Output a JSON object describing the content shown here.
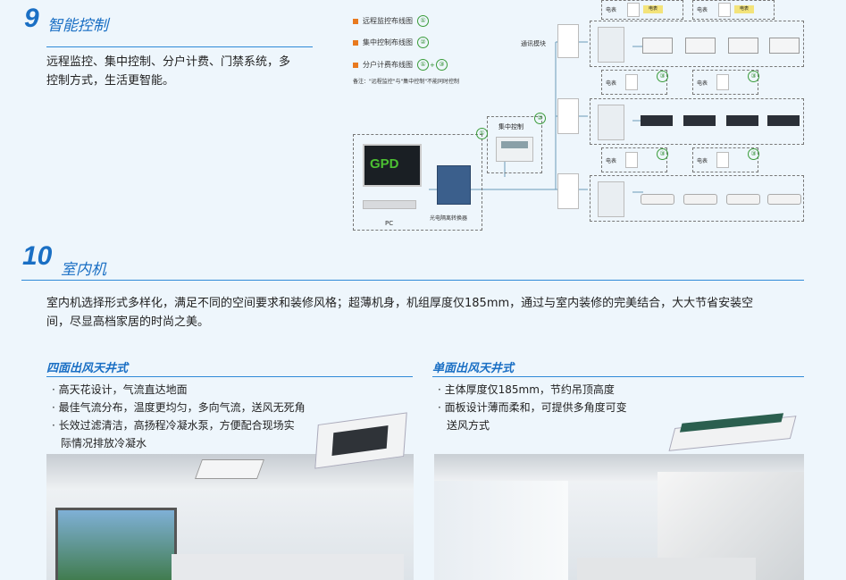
{
  "section9": {
    "number": "9",
    "title": "智能控制",
    "desc_line1": "远程监控、集中控制、分户计费、门禁系统，多",
    "desc_line2": "控制方式，生活更智能。"
  },
  "diagram": {
    "legend": [
      {
        "label": "远程监控布线图",
        "marks": [
          "①"
        ]
      },
      {
        "label": "集中控制布线图",
        "marks": [
          "②"
        ]
      },
      {
        "label": "分户计费布线图",
        "marks": [
          "①",
          "+",
          "③"
        ]
      }
    ],
    "note": "备注：\"远程监控\"与\"集中控制\"不能同时控制",
    "comm_module": "通讯模块",
    "central_control": "集中控制",
    "pc_label": "PC",
    "pc_screen": "GPD",
    "converter": "光电隔离转换器",
    "meter_label": "电表",
    "card_label": "电表",
    "circle1": "①",
    "circle2": "②",
    "circle3": "③"
  },
  "section10": {
    "number": "10",
    "title": "室内机",
    "desc_line1": "室内机选择形式多样化，满足不同的空间要求和装修风格；超薄机身，机组厚度仅185mm，通过与室内装修的完美结合，大大节省安装空",
    "desc_line2": "间，尽显高档家居的时尚之美。"
  },
  "four_way": {
    "heading": "四面出风天井式",
    "bullets": [
      "高天花设计，气流直达地面",
      "最佳气流分布，温度更均匀，多向气流，送风无死角",
      "长效过滤清洁，高扬程冷凝水泵，方便配合现场实",
      "际情况排放冷凝水"
    ]
  },
  "one_way": {
    "heading": "单面出风天井式",
    "bullets": [
      "主体厚度仅185mm，节约吊顶高度",
      "面板设计薄而柔和，可提供多角度可变",
      "送风方式"
    ]
  },
  "colors": {
    "accent": "#1a6fc4",
    "legend_square": "#e87a1f",
    "circle_green": "#3a9c3a"
  }
}
